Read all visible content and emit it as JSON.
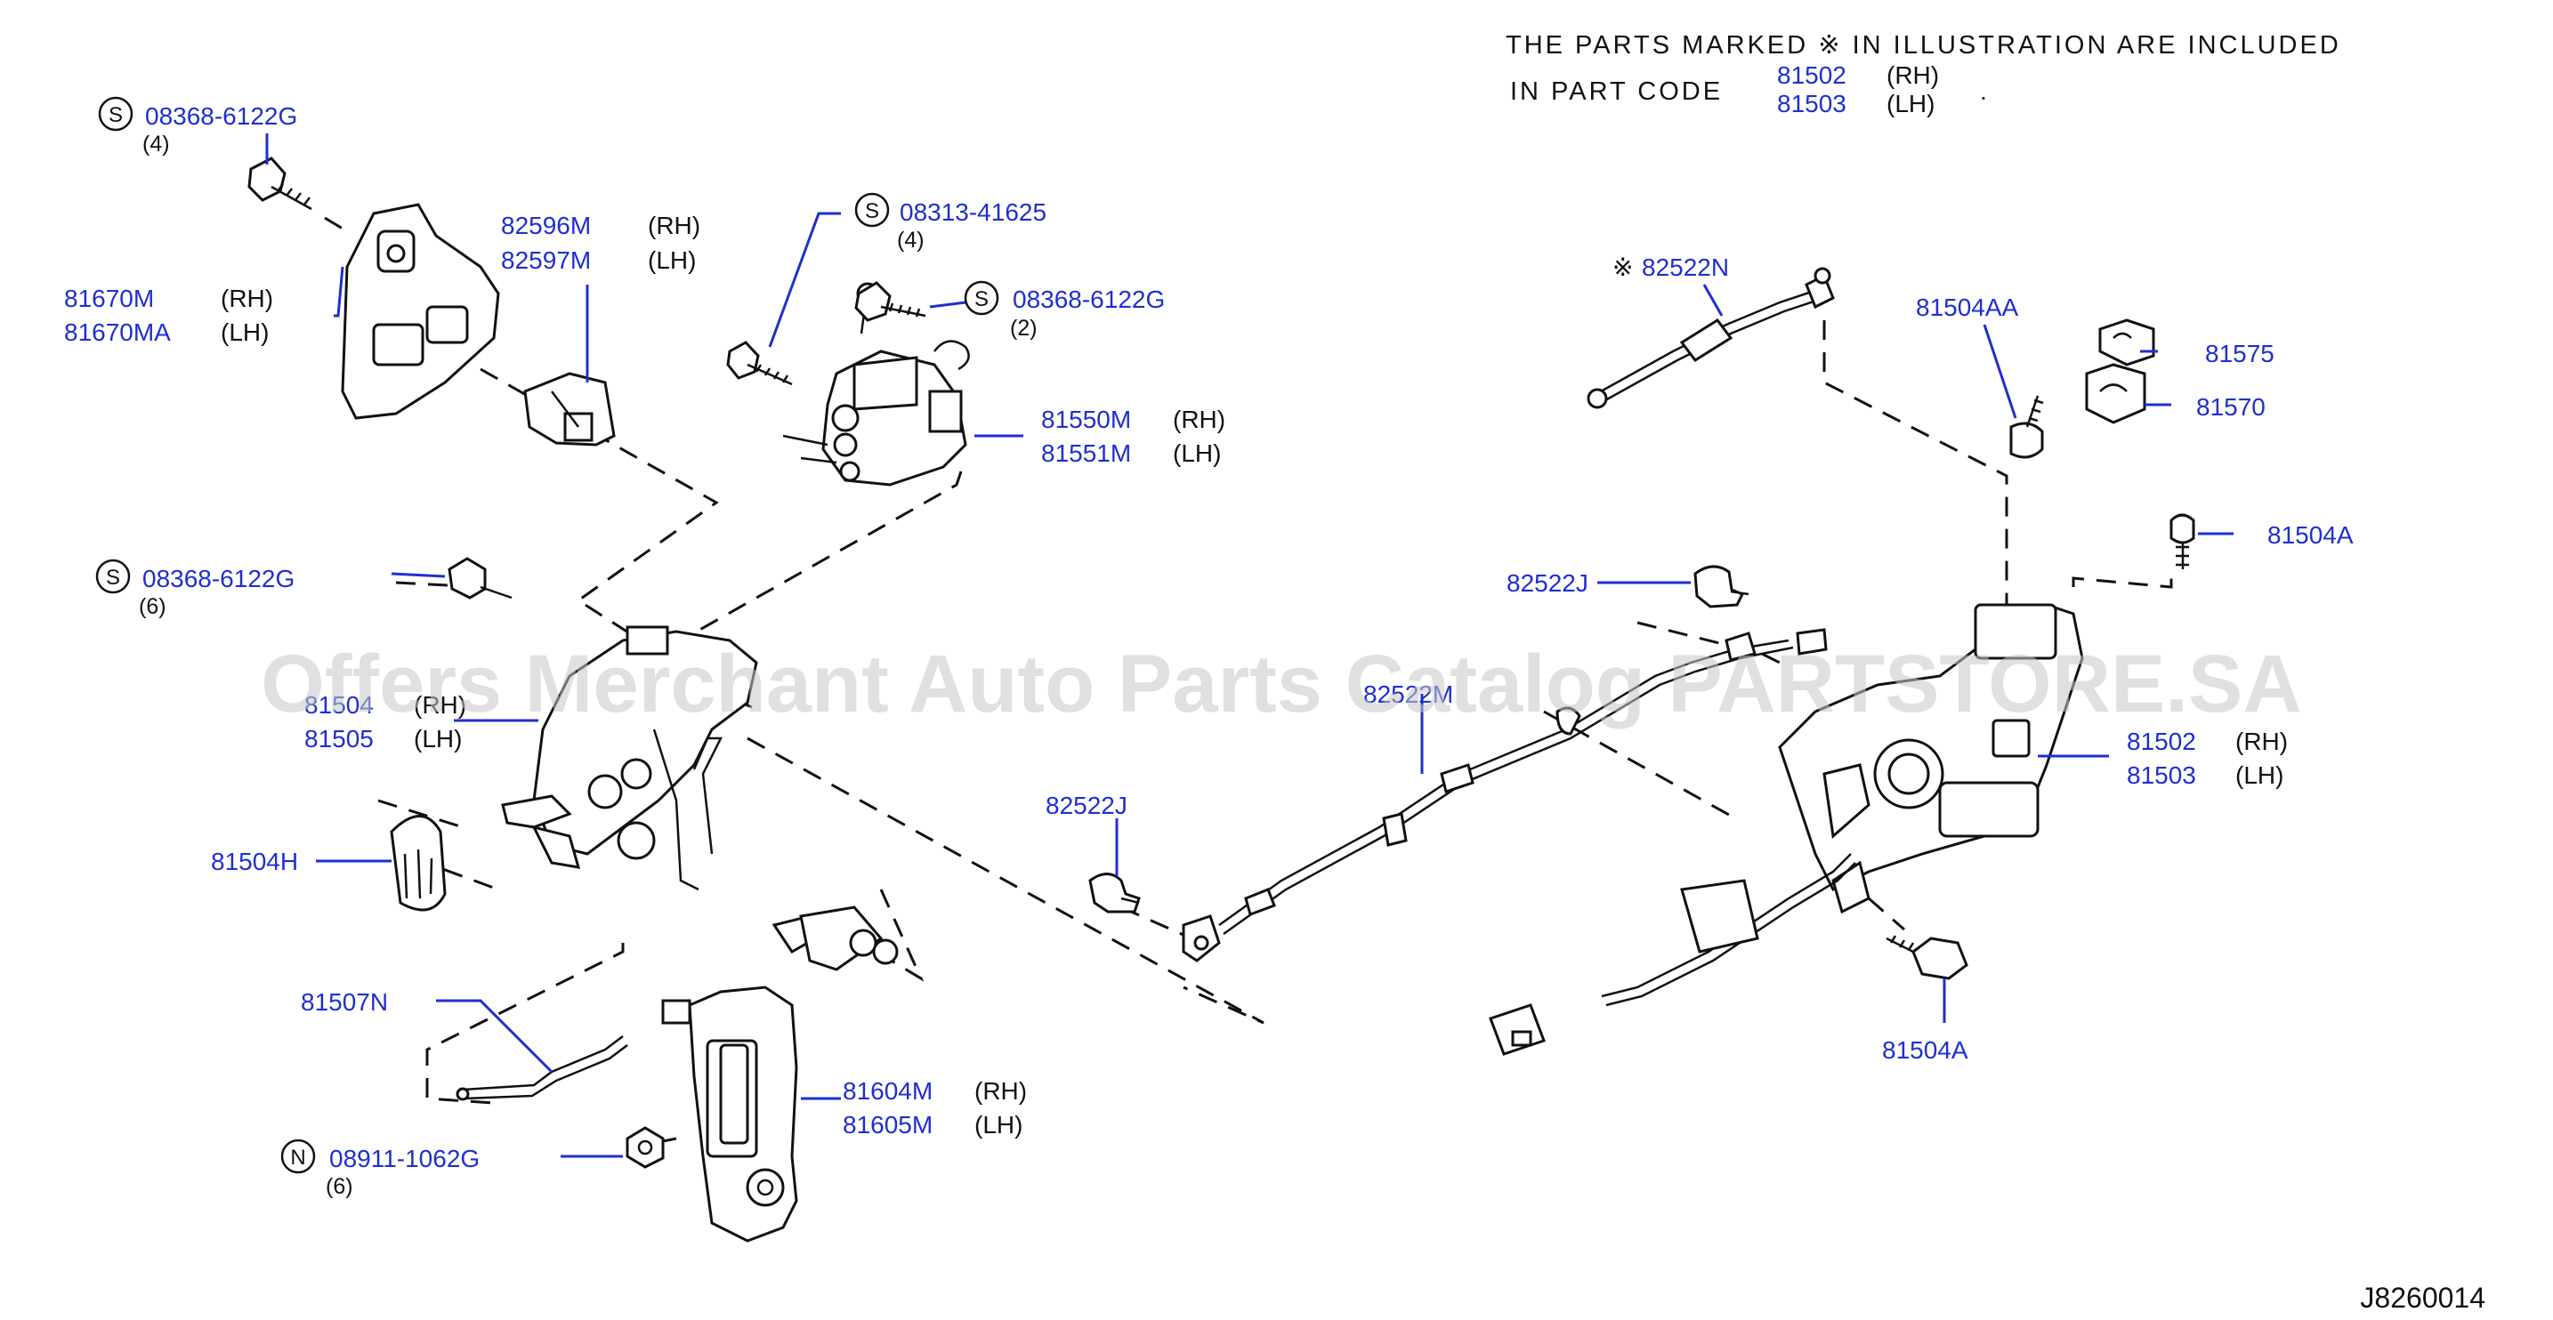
{
  "note": {
    "line1": "THE PARTS MARKED ※ IN ILLUSTRATION ARE INCLUDED",
    "line2_prefix": "IN PART CODE",
    "codes": [
      {
        "code": "81502",
        "side": "(RH)"
      },
      {
        "code": "81503",
        "side": "(LH)"
      }
    ],
    "period": "."
  },
  "watermark": "Offers Merchant Auto Parts Catalog PARTSTORE.SA",
  "diagram_id": "J8260014",
  "labels": {
    "bolt_top_left": {
      "code": "08368-6122G",
      "qty": "(4)",
      "badge": "S"
    },
    "bracket_81670": {
      "rh": "81670M",
      "lh": "81670MA",
      "rh_side": "(RH)",
      "lh_side": "(LH)"
    },
    "part_82596": {
      "rh": "82596M",
      "lh": "82597M",
      "rh_side": "(RH)",
      "lh_side": "(LH)"
    },
    "screw_08313": {
      "code": "08313-41625",
      "qty": "(4)",
      "badge": "S"
    },
    "bolt_08368_mid": {
      "code": "08368-6122G",
      "qty": "(2)",
      "badge": "S"
    },
    "actuator_81550": {
      "rh": "81550M",
      "lh": "81551M",
      "rh_side": "(RH)",
      "lh_side": "(LH)"
    },
    "bolt_left_mid": {
      "code": "08368-6122G",
      "qty": "(6)",
      "badge": "S"
    },
    "latch_81504": {
      "rh": "81504",
      "lh": "81505",
      "rh_side": "(RH)",
      "lh_side": "(LH)"
    },
    "grommet_81504H": {
      "code": "81504H"
    },
    "rod_81507N": {
      "code": "81507N"
    },
    "handle_81604": {
      "rh": "81604M",
      "lh": "81605M",
      "rh_side": "(RH)",
      "lh_side": "(LH)"
    },
    "nut_08911": {
      "code": "08911-1062G",
      "qty": "(6)",
      "badge": "N"
    },
    "cable_82522N": {
      "code": "82522N",
      "mark": "※"
    },
    "clip_82522J_upper": {
      "code": "82522J"
    },
    "clip_82522J_lower": {
      "code": "82522J"
    },
    "cable_82522M": {
      "code": "82522M"
    },
    "bolt_81504AA": {
      "code": "81504AA"
    },
    "part_81575": {
      "code": "81575"
    },
    "part_81570": {
      "code": "81570"
    },
    "bolt_81504A_upper": {
      "code": "81504A"
    },
    "closure_81502": {
      "rh": "81502",
      "lh": "81503",
      "rh_side": "(RH)",
      "lh_side": "(LH)"
    },
    "bolt_81504A_lower": {
      "code": "81504A"
    }
  }
}
